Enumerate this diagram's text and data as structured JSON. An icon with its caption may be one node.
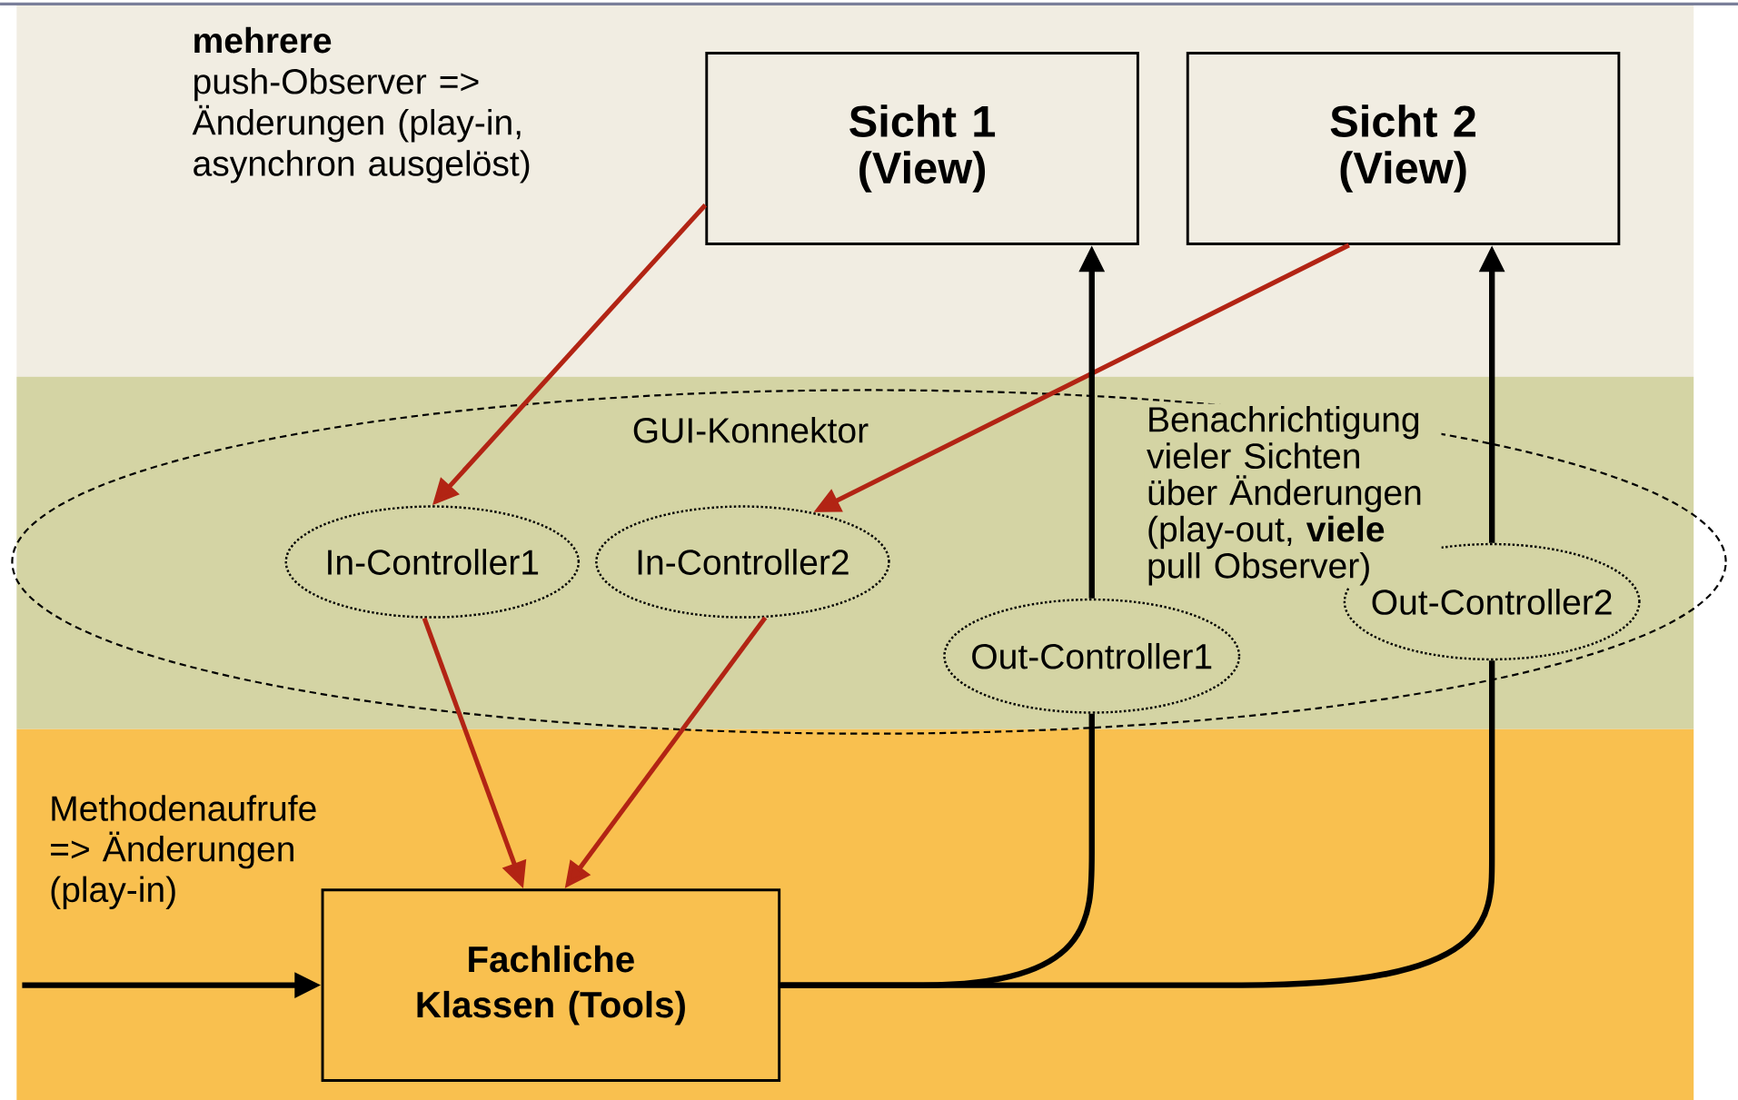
{
  "diagram": {
    "nodes": [
      {
        "text": [
          "Sicht 1 (View)"
        ]
      },
      {
        "text": [
          "Sicht 2 (View)"
        ]
      },
      {
        "text": [
          "GUI-Konnektor"
        ]
      },
      {
        "text": [
          "In-Controller1"
        ],
        "in": 2
      },
      {
        "text": [
          "In-Controller2"
        ],
        "in": 2
      },
      {
        "text": [
          "Out-Controller1"
        ],
        "in": 2
      },
      {
        "text": [
          "Out-Controller2"
        ],
        "in": 2
      },
      {
        "text": [
          "Fachliche Klassen (Tools)"
        ]
      }
    ],
    "edges": [
      {
        "from": null,
        "to": 7,
        "arrow": "to",
        "color": "#000000"
      },
      {
        "from": 0,
        "to": 3,
        "arrow": "to",
        "color": "#b22414"
      },
      {
        "from": 1,
        "to": 4,
        "arrow": "to",
        "color": "#b22414"
      },
      {
        "from": 3,
        "to": 7,
        "arrow": "to",
        "color": "#b22414"
      },
      {
        "from": 4,
        "to": 7,
        "arrow": "to",
        "color": "#b22414"
      },
      {
        "from": 7,
        "to": 5,
        "arrow": "none",
        "color": "#000000"
      },
      {
        "from": 7,
        "to": 6,
        "arrow": "none",
        "color": "#000000"
      },
      {
        "from": 5,
        "to": 0,
        "arrow": "to",
        "color": "#000000"
      },
      {
        "from": 6,
        "to": 1,
        "arrow": "to",
        "color": "#000000"
      }
    ],
    "labels": [
      "**mehrere** push-Observer => Änderungen (play-in, asynchron ausgelöst)",
      "Methodenaufrufe => Änderungen (play-in)",
      "Benachrichtigung vieler Sichten über Änderungen (play-out, **viele** pull Observer)"
    ]
  }
}
